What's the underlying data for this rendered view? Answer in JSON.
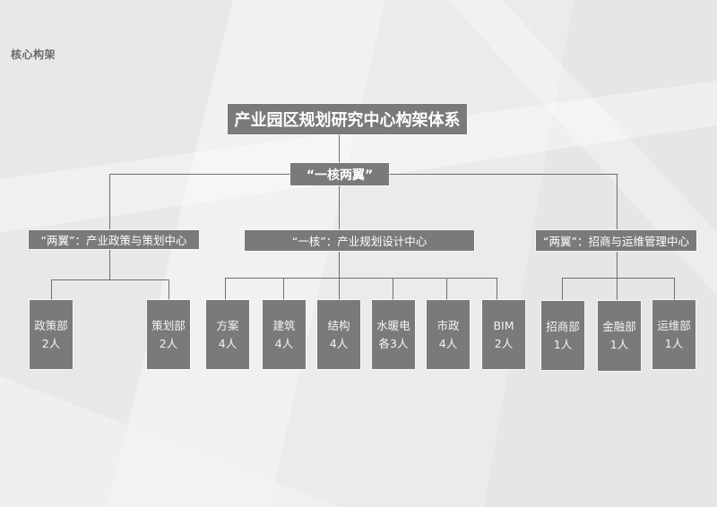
{
  "page": {
    "label": "核心构架"
  },
  "chart": {
    "root": "产业园区规划研究中心构架体系",
    "core": "“一核两翼”",
    "sections": [
      {
        "label": "“两翼”：产业政策与策划中心",
        "departments": [
          {
            "name": "政策部",
            "count": "2人"
          },
          {
            "name": "策划部",
            "count": "2人"
          }
        ]
      },
      {
        "label": "“一核”：产业规划设计中心",
        "departments": [
          {
            "name": "方案",
            "count": "4人"
          },
          {
            "name": "建筑",
            "count": "4人"
          },
          {
            "name": "结构",
            "count": "4人"
          },
          {
            "name": "水暖电",
            "count": "各3人"
          },
          {
            "name": "市政",
            "count": "4人"
          },
          {
            "name": "BIM",
            "count": "2人"
          }
        ]
      },
      {
        "label": "“两翼”：招商与运维管理中心",
        "departments": [
          {
            "name": "招商部",
            "count": "1人"
          },
          {
            "name": "金融部",
            "count": "1人"
          },
          {
            "name": "运维部",
            "count": "1人"
          }
        ]
      }
    ]
  },
  "colors": {
    "box_fill": "#7a7a7a",
    "box_text": "#ffffff",
    "line": "#6e6e6e",
    "background": "#eeeeee",
    "label_text": "#6a6a6a"
  }
}
